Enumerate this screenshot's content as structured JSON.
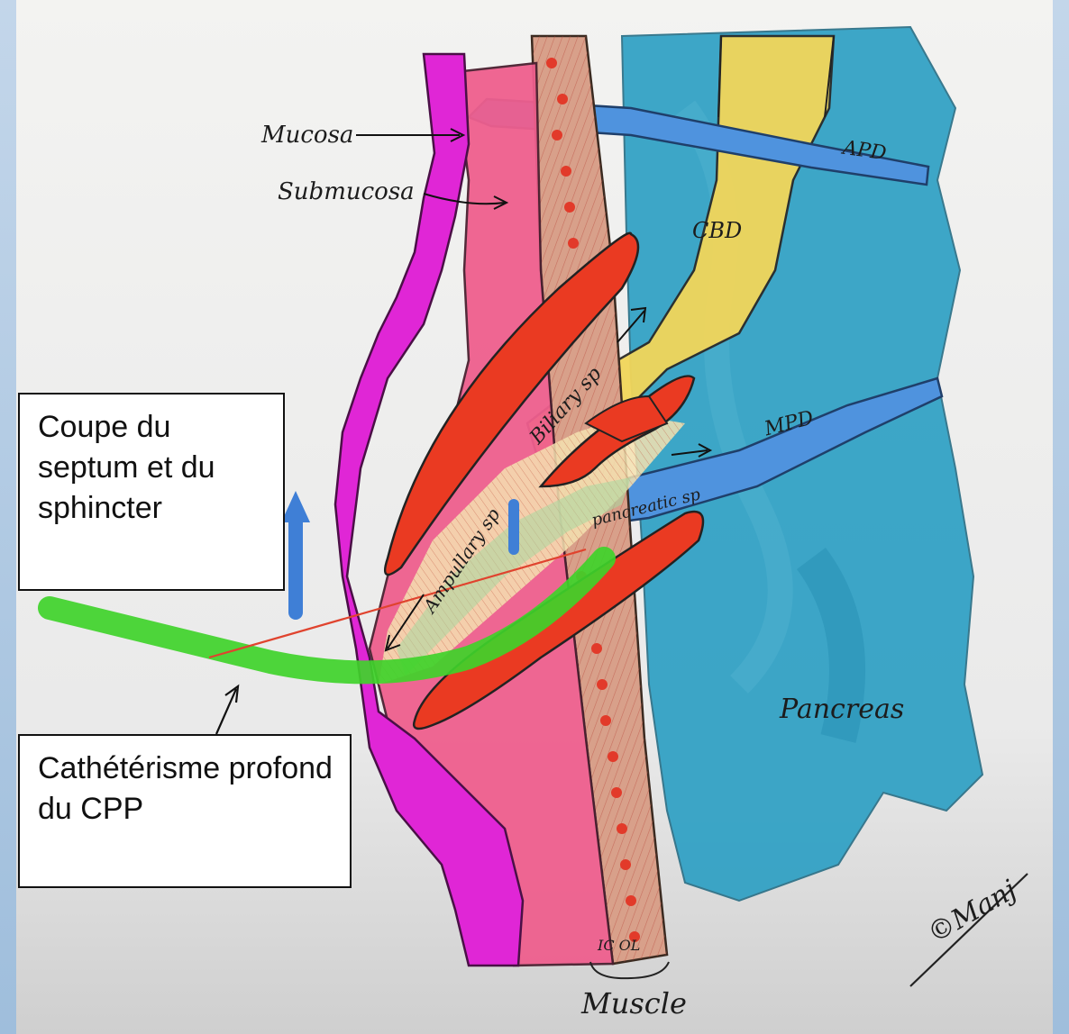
{
  "callouts": {
    "cut": "Coupe du septum et du sphincter",
    "catheter": "Cathétérisme profond du CPP"
  },
  "labels": {
    "mucosa": "Mucosa",
    "submucosa": "Submucosa",
    "apd": "APD",
    "cbd": "CBD",
    "mpd": "MPD",
    "biliary_sp": "Biliary sp",
    "pancreatic_sp": "pancreatic sp",
    "ampullary_sp": "Ampullary sp",
    "pancreas": "Pancreas",
    "ic_ol": "IC OL",
    "muscle": "Muscle",
    "signature": "©Manj"
  },
  "colors": {
    "mucosa": "#e026d6",
    "submucosa": "#ef5f8e",
    "muscle": "#d8a08a",
    "pancreas": "#2ea0c4",
    "cbd": "#f2d65a",
    "duct": "#4f93de",
    "sphincter": "#ea3a22",
    "catheter": "#3fd32a",
    "cut_line": "#e0432e"
  }
}
